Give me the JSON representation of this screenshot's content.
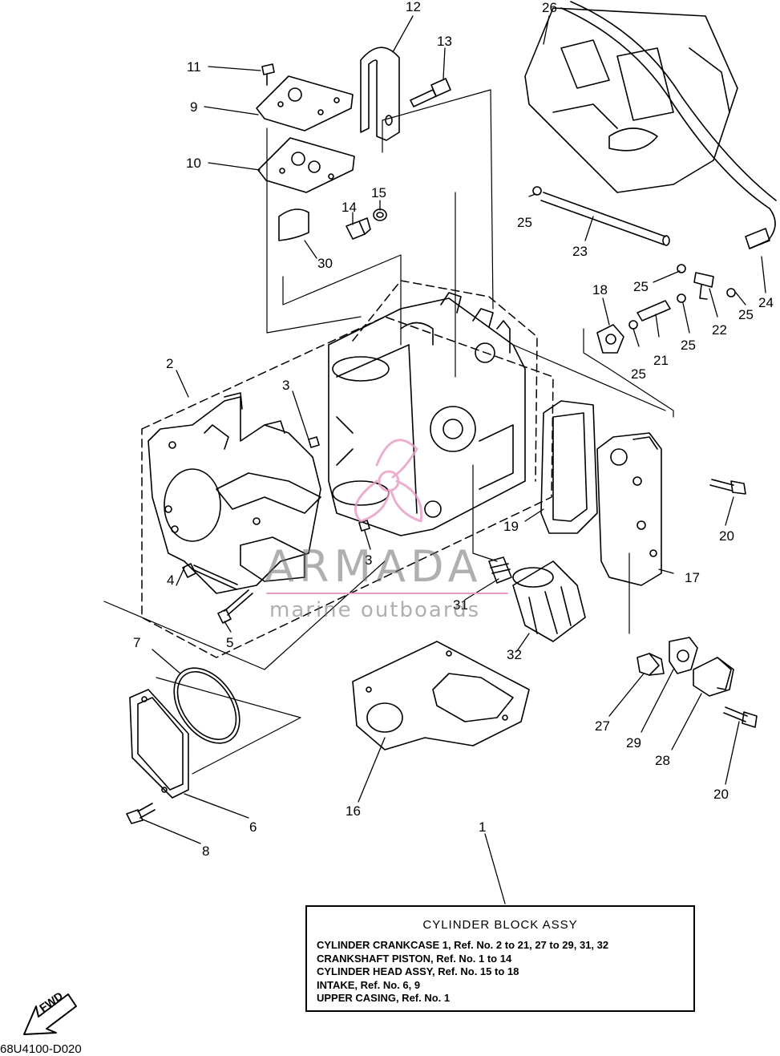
{
  "diagram": {
    "callouts": [
      {
        "id": "c12",
        "text": "12"
      },
      {
        "id": "c26",
        "text": "26"
      },
      {
        "id": "c13",
        "text": "13"
      },
      {
        "id": "c11",
        "text": "11"
      },
      {
        "id": "c9",
        "text": "9"
      },
      {
        "id": "c10",
        "text": "10"
      },
      {
        "id": "c15",
        "text": "15"
      },
      {
        "id": "c14",
        "text": "14"
      },
      {
        "id": "c30",
        "text": "30"
      },
      {
        "id": "c25a",
        "text": "25"
      },
      {
        "id": "c23",
        "text": "23"
      },
      {
        "id": "c25b",
        "text": "25"
      },
      {
        "id": "c18",
        "text": "18"
      },
      {
        "id": "c24",
        "text": "24"
      },
      {
        "id": "c25c",
        "text": "25"
      },
      {
        "id": "c22",
        "text": "22"
      },
      {
        "id": "c25d",
        "text": "25"
      },
      {
        "id": "c21",
        "text": "21"
      },
      {
        "id": "c25e",
        "text": "25"
      },
      {
        "id": "c2",
        "text": "2"
      },
      {
        "id": "c3a",
        "text": "3"
      },
      {
        "id": "c19",
        "text": "19"
      },
      {
        "id": "c20a",
        "text": "20"
      },
      {
        "id": "c3b",
        "text": "3"
      },
      {
        "id": "c17",
        "text": "17"
      },
      {
        "id": "c4",
        "text": "4"
      },
      {
        "id": "c5",
        "text": "5"
      },
      {
        "id": "c31",
        "text": "31"
      },
      {
        "id": "c32",
        "text": "32"
      },
      {
        "id": "c7",
        "text": "7"
      },
      {
        "id": "c27",
        "text": "27"
      },
      {
        "id": "c29",
        "text": "29"
      },
      {
        "id": "c28",
        "text": "28"
      },
      {
        "id": "c20b",
        "text": "20"
      },
      {
        "id": "c16",
        "text": "16"
      },
      {
        "id": "c6",
        "text": "6"
      },
      {
        "id": "c8",
        "text": "8"
      },
      {
        "id": "c1",
        "text": "1"
      }
    ],
    "legend": {
      "title": "CYLINDER  BLOCK ASSY",
      "lines": [
        "CYLINDER CRANKCASE 1, Ref. No. 2 to 21, 27 to 29, 31, 32",
        "CRANKSHAFT PISTON,  Ref. No. 1 to 14",
        "CYLINDER HEAD ASSY,  Ref. No. 15 to 18",
        "INTAKE,  Ref. No. 6, 9",
        "UPPER CASING, Ref. No. 1"
      ]
    },
    "watermark": {
      "title": "ARMADA",
      "subtitle": "marine outboards",
      "accent_color": "#e79bc3"
    },
    "fwd_label": "FWD",
    "diagram_code": "68U4100-D020"
  }
}
